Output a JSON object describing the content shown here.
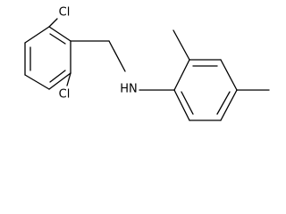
{
  "molecule": {
    "atoms": {
      "cl_top": "Cl",
      "cl_bottom": "Cl",
      "nh": "HN"
    }
  }
}
